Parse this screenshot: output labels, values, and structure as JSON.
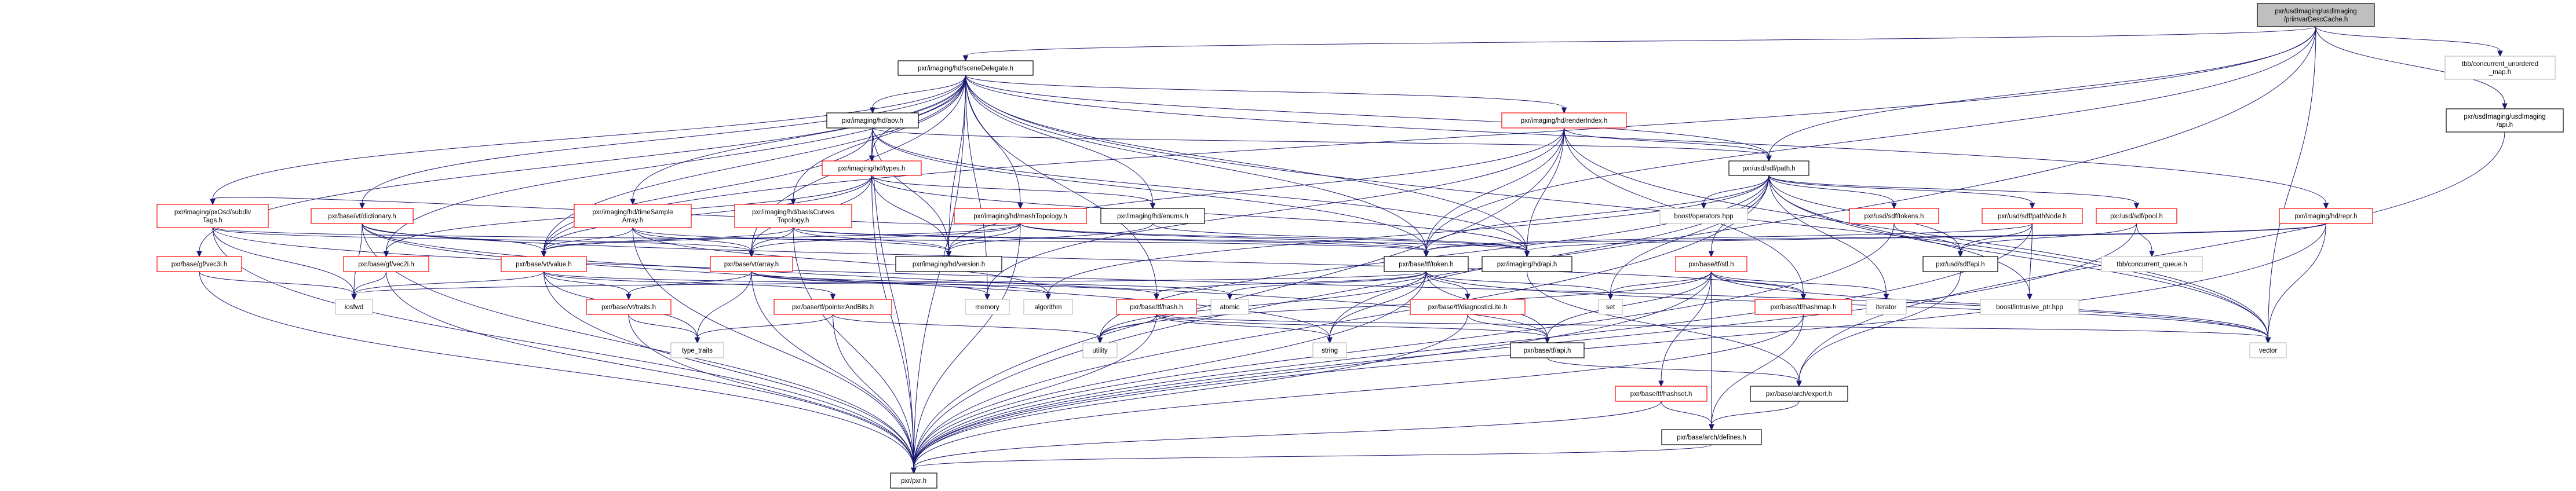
{
  "title": "pxr/usdImaging/usdImaging/primvarDescCache.h",
  "colors": {
    "edge": "#191970",
    "truncated_border": "#ff0000",
    "external_border": "#bfbfbf",
    "root_fill": "#bfbfbf"
  },
  "nodes": [
    {
      "id": "root",
      "kind": "root",
      "lines": [
        "pxr/usdImaging/usdImaging",
        "/primvarDescCache.h"
      ]
    },
    {
      "id": "sceneDelegate",
      "kind": "normal",
      "lines": [
        "pxr/imaging/hd/sceneDelegate.h"
      ]
    },
    {
      "id": "tbbCum",
      "kind": "external",
      "lines": [
        "tbb/concurrent_unordered",
        "_map.h"
      ]
    },
    {
      "id": "uiApi",
      "kind": "normal",
      "lines": [
        "pxr/usdImaging/usdImaging",
        "/api.h"
      ]
    },
    {
      "id": "aov",
      "kind": "normal",
      "lines": [
        "pxr/imaging/hd/aov.h"
      ]
    },
    {
      "id": "renderIndex",
      "kind": "truncated",
      "lines": [
        "pxr/imaging/hd/renderIndex.h"
      ]
    },
    {
      "id": "types",
      "kind": "truncated",
      "lines": [
        "pxr/imaging/hd/types.h"
      ]
    },
    {
      "id": "path",
      "kind": "normal",
      "lines": [
        "pxr/usd/sdf/path.h"
      ]
    },
    {
      "id": "subdivTags",
      "kind": "truncated",
      "lines": [
        "pxr/imaging/pxOsd/subdiv",
        "Tags.h"
      ]
    },
    {
      "id": "dictionary",
      "kind": "truncated",
      "lines": [
        "pxr/base/vt/dictionary.h"
      ]
    },
    {
      "id": "timeSampleArray",
      "kind": "truncated",
      "lines": [
        "pxr/imaging/hd/timeSample",
        "Array.h"
      ]
    },
    {
      "id": "basisCurves",
      "kind": "truncated",
      "lines": [
        "pxr/imaging/hd/basisCurves",
        "Topology.h"
      ]
    },
    {
      "id": "meshTopology",
      "kind": "truncated",
      "lines": [
        "pxr/imaging/hd/meshTopology.h"
      ]
    },
    {
      "id": "enums",
      "kind": "normal",
      "lines": [
        "pxr/imaging/hd/enums.h"
      ]
    },
    {
      "id": "boostOperators",
      "kind": "external",
      "lines": [
        "boost/operators.hpp"
      ]
    },
    {
      "id": "sdfTokens",
      "kind": "truncated",
      "lines": [
        "pxr/usd/sdf/tokens.h"
      ]
    },
    {
      "id": "pathNode",
      "kind": "truncated",
      "lines": [
        "pxr/usd/sdf/pathNode.h"
      ]
    },
    {
      "id": "pool",
      "kind": "truncated",
      "lines": [
        "pxr/usd/sdf/pool.h"
      ]
    },
    {
      "id": "repr",
      "kind": "truncated",
      "lines": [
        "pxr/imaging/hd/repr.h"
      ]
    },
    {
      "id": "vec3i",
      "kind": "truncated",
      "lines": [
        "pxr/base/gf/vec3i.h"
      ]
    },
    {
      "id": "vec2i",
      "kind": "truncated",
      "lines": [
        "pxr/base/gf/vec2i.h"
      ]
    },
    {
      "id": "value",
      "kind": "truncated",
      "lines": [
        "pxr/base/vt/value.h"
      ]
    },
    {
      "id": "array",
      "kind": "truncated",
      "lines": [
        "pxr/base/vt/array.h"
      ]
    },
    {
      "id": "version",
      "kind": "normal",
      "lines": [
        "pxr/imaging/hd/version.h"
      ]
    },
    {
      "id": "token",
      "kind": "normal",
      "lines": [
        "pxr/base/tf/token.h"
      ]
    },
    {
      "id": "hdApi",
      "kind": "normal",
      "lines": [
        "pxr/imaging/hd/api.h"
      ]
    },
    {
      "id": "stl",
      "kind": "truncated",
      "lines": [
        "pxr/base/tf/stl.h"
      ]
    },
    {
      "id": "sdfApi",
      "kind": "normal",
      "lines": [
        "pxr/usd/sdf/api.h"
      ]
    },
    {
      "id": "tbbCq",
      "kind": "external",
      "lines": [
        "tbb/concurrent_queue.h"
      ]
    },
    {
      "id": "iosfwd",
      "kind": "external",
      "lines": [
        "iosfwd"
      ]
    },
    {
      "id": "traits",
      "kind": "truncated",
      "lines": [
        "pxr/base/vt/traits.h"
      ]
    },
    {
      "id": "pointerAndBits",
      "kind": "truncated",
      "lines": [
        "pxr/base/tf/pointerAndBits.h"
      ]
    },
    {
      "id": "memory",
      "kind": "external",
      "lines": [
        "memory"
      ]
    },
    {
      "id": "algorithm",
      "kind": "external",
      "lines": [
        "algorithm"
      ]
    },
    {
      "id": "hash",
      "kind": "truncated",
      "lines": [
        "pxr/base/tf/hash.h"
      ]
    },
    {
      "id": "atomic",
      "kind": "external",
      "lines": [
        "atomic"
      ]
    },
    {
      "id": "diagnosticLite",
      "kind": "truncated",
      "lines": [
        "pxr/base/tf/diagnosticLite.h"
      ]
    },
    {
      "id": "set",
      "kind": "external",
      "lines": [
        "set"
      ]
    },
    {
      "id": "hashmap",
      "kind": "truncated",
      "lines": [
        "pxr/base/tf/hashmap.h"
      ]
    },
    {
      "id": "iterator",
      "kind": "external",
      "lines": [
        "iterator"
      ]
    },
    {
      "id": "intrusivePtr",
      "kind": "external",
      "lines": [
        "boost/intrusive_ptr.hpp"
      ]
    },
    {
      "id": "typeTraits",
      "kind": "external",
      "lines": [
        "type_traits"
      ]
    },
    {
      "id": "utility",
      "kind": "external",
      "lines": [
        "utility"
      ]
    },
    {
      "id": "string",
      "kind": "external",
      "lines": [
        "string"
      ]
    },
    {
      "id": "tfApi",
      "kind": "normal",
      "lines": [
        "pxr/base/tf/api.h"
      ]
    },
    {
      "id": "vector",
      "kind": "external",
      "lines": [
        "vector"
      ]
    },
    {
      "id": "hashset",
      "kind": "truncated",
      "lines": [
        "pxr/base/tf/hashset.h"
      ]
    },
    {
      "id": "archExport",
      "kind": "normal",
      "lines": [
        "pxr/base/arch/export.h"
      ]
    },
    {
      "id": "archDefines",
      "kind": "normal",
      "lines": [
        "pxr/base/arch/defines.h"
      ]
    },
    {
      "id": "pxr",
      "kind": "normal",
      "lines": [
        "pxr/pxr.h"
      ]
    }
  ],
  "edges": [
    [
      "root",
      "sceneDelegate"
    ],
    [
      "root",
      "tbbCum"
    ],
    [
      "root",
      "uiApi"
    ],
    [
      "root",
      "path"
    ],
    [
      "root",
      "token"
    ],
    [
      "root",
      "vector"
    ],
    [
      "root",
      "pxr"
    ],
    [
      "root",
      "value"
    ],
    [
      "uiApi",
      "archExport"
    ],
    [
      "sceneDelegate",
      "aov"
    ],
    [
      "sceneDelegate",
      "renderIndex"
    ],
    [
      "sceneDelegate",
      "types"
    ],
    [
      "sceneDelegate",
      "path"
    ],
    [
      "sceneDelegate",
      "subdivTags"
    ],
    [
      "sceneDelegate",
      "dictionary"
    ],
    [
      "sceneDelegate",
      "timeSampleArray"
    ],
    [
      "sceneDelegate",
      "basisCurves"
    ],
    [
      "sceneDelegate",
      "meshTopology"
    ],
    [
      "sceneDelegate",
      "enums"
    ],
    [
      "sceneDelegate",
      "repr"
    ],
    [
      "sceneDelegate",
      "value"
    ],
    [
      "sceneDelegate",
      "array"
    ],
    [
      "sceneDelegate",
      "version"
    ],
    [
      "sceneDelegate",
      "token"
    ],
    [
      "sceneDelegate",
      "hdApi"
    ],
    [
      "sceneDelegate",
      "hash"
    ],
    [
      "sceneDelegate",
      "memory"
    ],
    [
      "sceneDelegate",
      "vector"
    ],
    [
      "sceneDelegate",
      "pxr"
    ],
    [
      "sceneDelegate",
      "vec2i"
    ],
    [
      "sceneDelegate",
      "vec3i"
    ],
    [
      "aov",
      "types"
    ],
    [
      "aov",
      "version"
    ],
    [
      "aov",
      "hdApi"
    ],
    [
      "aov",
      "path"
    ],
    [
      "aov",
      "token"
    ],
    [
      "aov",
      "value"
    ],
    [
      "aov",
      "pxr"
    ],
    [
      "renderIndex",
      "path"
    ],
    [
      "renderIndex",
      "version"
    ],
    [
      "renderIndex",
      "hdApi"
    ],
    [
      "renderIndex",
      "token"
    ],
    [
      "renderIndex",
      "hashmap"
    ],
    [
      "renderIndex",
      "vector"
    ],
    [
      "renderIndex",
      "pxr"
    ],
    [
      "renderIndex",
      "memory"
    ],
    [
      "types",
      "version"
    ],
    [
      "types",
      "hdApi"
    ],
    [
      "types",
      "enums"
    ],
    [
      "types",
      "value"
    ],
    [
      "types",
      "array"
    ],
    [
      "types",
      "pxr"
    ],
    [
      "types",
      "vec2i"
    ],
    [
      "path",
      "pxr"
    ],
    [
      "path",
      "sdfApi"
    ],
    [
      "path",
      "pathNode"
    ],
    [
      "path",
      "pool"
    ],
    [
      "path",
      "sdfTokens"
    ],
    [
      "path",
      "boostOperators"
    ],
    [
      "path",
      "stl"
    ],
    [
      "path",
      "token"
    ],
    [
      "path",
      "set"
    ],
    [
      "path",
      "iterator"
    ],
    [
      "path",
      "vector"
    ],
    [
      "path",
      "string"
    ],
    [
      "path",
      "utility"
    ],
    [
      "path",
      "algorithm"
    ],
    [
      "path",
      "intrusivePtr"
    ],
    [
      "subdivTags",
      "pxr"
    ],
    [
      "subdivTags",
      "token"
    ],
    [
      "subdivTags",
      "array"
    ],
    [
      "subdivTags",
      "iosfwd"
    ],
    [
      "subdivTags",
      "vector"
    ],
    [
      "dictionary",
      "value"
    ],
    [
      "dictionary",
      "pxr"
    ],
    [
      "dictionary",
      "hashmap"
    ],
    [
      "dictionary",
      "iosfwd"
    ],
    [
      "dictionary",
      "string"
    ],
    [
      "dictionary",
      "tfApi"
    ],
    [
      "timeSampleArray",
      "value"
    ],
    [
      "timeSampleArray",
      "array"
    ],
    [
      "timeSampleArray",
      "version"
    ],
    [
      "timeSampleArray",
      "pxr"
    ],
    [
      "timeSampleArray",
      "algorithm"
    ],
    [
      "basisCurves",
      "version"
    ],
    [
      "basisCurves",
      "hdApi"
    ],
    [
      "basisCurves",
      "token"
    ],
    [
      "basisCurves",
      "array"
    ],
    [
      "basisCurves",
      "value"
    ],
    [
      "basisCurves",
      "pxr"
    ],
    [
      "meshTopology",
      "version"
    ],
    [
      "meshTopology",
      "hdApi"
    ],
    [
      "meshTopology",
      "token"
    ],
    [
      "meshTopology",
      "array"
    ],
    [
      "meshTopology",
      "value"
    ],
    [
      "meshTopology",
      "pxr"
    ],
    [
      "meshTopology",
      "subdivTags"
    ],
    [
      "enums",
      "version"
    ],
    [
      "enums",
      "hdApi"
    ],
    [
      "sdfTokens",
      "sdfApi"
    ],
    [
      "sdfTokens",
      "pxr"
    ],
    [
      "pathNode",
      "sdfApi"
    ],
    [
      "pathNode",
      "pxr"
    ],
    [
      "pathNode",
      "token"
    ],
    [
      "pathNode",
      "intrusivePtr"
    ],
    [
      "pool",
      "sdfApi"
    ],
    [
      "pool",
      "pxr"
    ],
    [
      "pool",
      "tbbCq"
    ],
    [
      "repr",
      "token"
    ],
    [
      "repr",
      "vector"
    ],
    [
      "repr",
      "pxr"
    ],
    [
      "repr",
      "hdApi"
    ],
    [
      "vec3i",
      "pxr"
    ],
    [
      "vec3i",
      "iosfwd"
    ],
    [
      "vec2i",
      "pxr"
    ],
    [
      "vec2i",
      "iosfwd"
    ],
    [
      "value",
      "iosfwd"
    ],
    [
      "value",
      "traits"
    ],
    [
      "value",
      "typeTraits"
    ],
    [
      "value",
      "pxr"
    ],
    [
      "value",
      "hash"
    ],
    [
      "value",
      "pointerAndBits"
    ],
    [
      "array",
      "traits"
    ],
    [
      "array",
      "typeTraits"
    ],
    [
      "array",
      "pxr"
    ],
    [
      "array",
      "memory"
    ],
    [
      "array",
      "algorithm"
    ],
    [
      "array",
      "atomic"
    ],
    [
      "token",
      "pxr"
    ],
    [
      "token",
      "hash"
    ],
    [
      "token",
      "diagnosticLite"
    ],
    [
      "token",
      "string"
    ],
    [
      "token",
      "tfApi"
    ],
    [
      "token",
      "atomic"
    ],
    [
      "token",
      "set"
    ],
    [
      "token",
      "vector"
    ],
    [
      "token",
      "utility"
    ],
    [
      "token",
      "iosfwd"
    ],
    [
      "hdApi",
      "archExport"
    ],
    [
      "stl",
      "tfApi"
    ],
    [
      "stl",
      "set"
    ],
    [
      "stl",
      "hashmap"
    ],
    [
      "stl",
      "hashset"
    ],
    [
      "stl",
      "iterator"
    ],
    [
      "stl",
      "utility"
    ],
    [
      "stl",
      "pxr"
    ],
    [
      "stl",
      "vector"
    ],
    [
      "stl",
      "archDefines"
    ],
    [
      "sdfApi",
      "archExport"
    ],
    [
      "traits",
      "pxr"
    ],
    [
      "traits",
      "typeTraits"
    ],
    [
      "pointerAndBits",
      "pxr"
    ],
    [
      "pointerAndBits",
      "typeTraits"
    ],
    [
      "pointerAndBits",
      "utility"
    ],
    [
      "hash",
      "pxr"
    ],
    [
      "hash",
      "string"
    ],
    [
      "hash",
      "vector"
    ],
    [
      "hash",
      "tfApi"
    ],
    [
      "hash",
      "utility"
    ],
    [
      "diagnosticLite",
      "tfApi"
    ],
    [
      "diagnosticLite",
      "pxr"
    ],
    [
      "hashmap",
      "archDefines"
    ],
    [
      "hashmap",
      "pxr"
    ],
    [
      "hashset",
      "archDefines"
    ],
    [
      "hashset",
      "pxr"
    ],
    [
      "tfApi",
      "archExport"
    ],
    [
      "archExport",
      "archDefines"
    ],
    [
      "archDefines",
      "pxr"
    ]
  ]
}
